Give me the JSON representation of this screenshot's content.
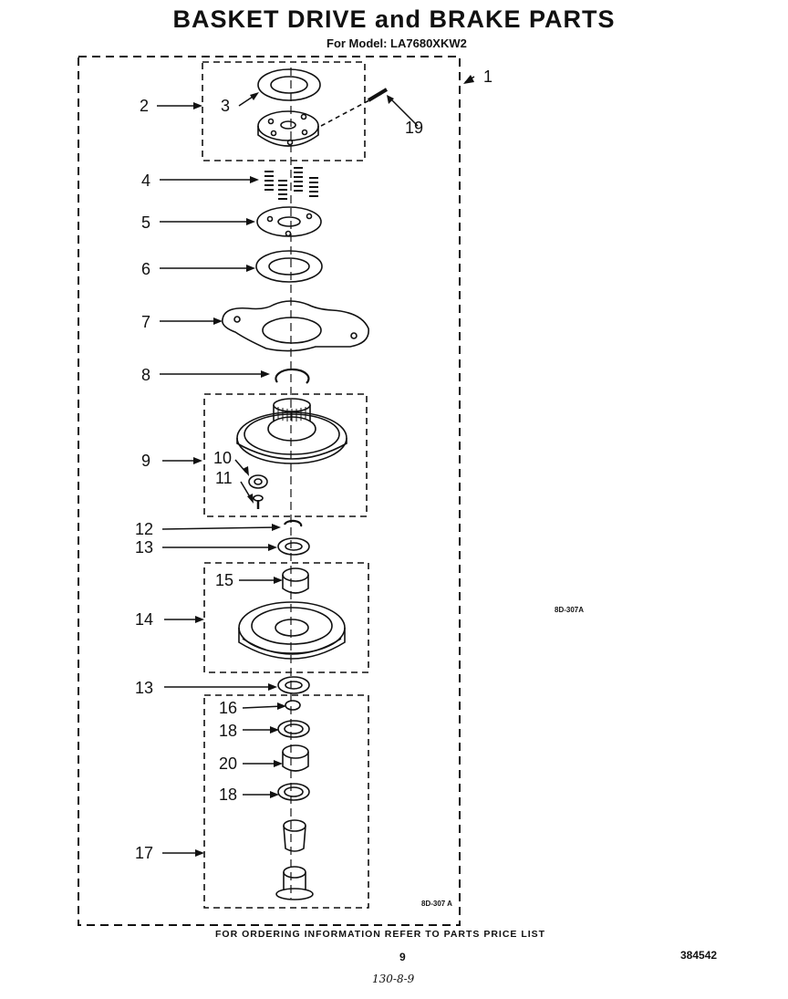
{
  "header": {
    "title": "BASKET DRIVE and BRAKE PARTS",
    "model": "For Model: LA7680XKW2"
  },
  "callouts": [
    "1",
    "2",
    "3",
    "4",
    "5",
    "6",
    "7",
    "8",
    "9",
    "10",
    "11",
    "12",
    "13",
    "14",
    "15",
    "13",
    "16",
    "18",
    "20",
    "18",
    "17",
    "19"
  ],
  "codes": {
    "side": "8D-307A",
    "inner": "8D-307 A"
  },
  "footer": {
    "ordering": "FOR ORDERING INFORMATION REFER TO PARTS PRICE LIST",
    "page": "9",
    "doc_number": "384542",
    "handwritten": "130-8-9"
  }
}
